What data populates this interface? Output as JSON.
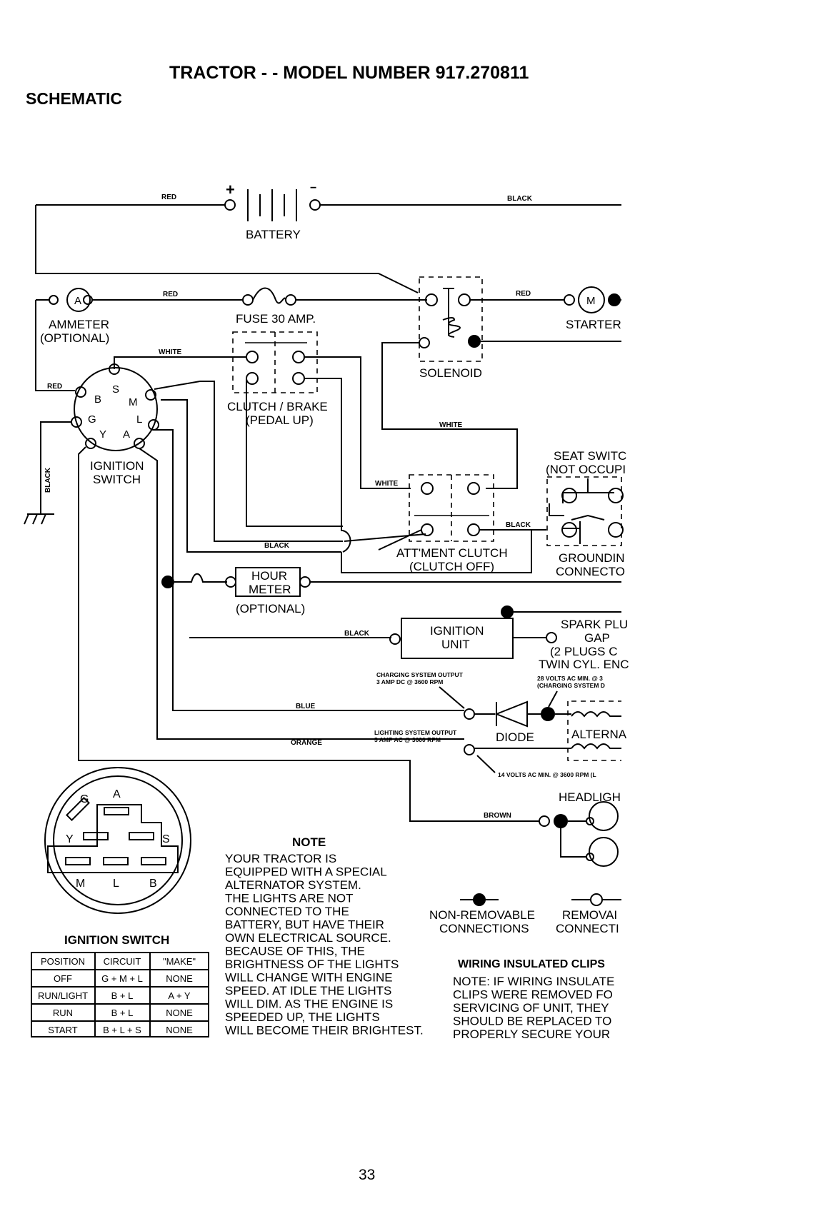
{
  "page": {
    "title": "TRACTOR - - MODEL NUMBER 917.270811",
    "section": "SCHEMATIC",
    "page_number": "33"
  },
  "components": {
    "battery": "BATTERY",
    "ammeter_letter": "A",
    "ammeter_1": "AMMETER",
    "ammeter_2": "(OPTIONAL)",
    "fuse": "FUSE 30 AMP.",
    "starter_letter": "M",
    "starter": "STARTER",
    "solenoid": "SOLENOID",
    "clutch_brake_1": "CLUTCH / BRAKE",
    "clutch_brake_2": "(PEDAL UP)",
    "ignition_switch_1": "IGNITION",
    "ignition_switch_2": "SWITCH",
    "seat_switch_1": "SEAT SWITC",
    "seat_switch_2": "(NOT OCCUPI",
    "attachment_clutch_1": "ATT'MENT CLUTCH",
    "attachment_clutch_2": "(CLUTCH OFF)",
    "grounding_1": "GROUNDIN",
    "grounding_2": "CONNECTO",
    "hour_meter_1": "HOUR",
    "hour_meter_2": "METER",
    "hour_meter_3": "(OPTIONAL)",
    "ignition_unit_1": "IGNITION",
    "ignition_unit_2": "UNIT",
    "spark_1": "SPARK PLU",
    "spark_2": "GAP",
    "spark_3": "(2 PLUGS C",
    "spark_4": "TWIN CYL. ENC",
    "diode": "DIODE",
    "alternator": "ALTERNA",
    "headlight": "HEADLIGH"
  },
  "switch_terminals": {
    "s": "S",
    "b": "B",
    "m": "M",
    "g": "G",
    "l": "L",
    "y": "Y",
    "a": "A"
  },
  "wire_labels": {
    "red": "RED",
    "black": "BLACK",
    "white": "WHITE",
    "blue": "BLUE",
    "orange": "ORANGE",
    "brown": "BROWN"
  },
  "annotations": {
    "charging_1": "CHARGING SYSTEM OUTPUT",
    "charging_2": "3 AMP DC @ 3600 RPM",
    "volts28_1": "28 VOLTS AC MIN. @ 3",
    "volts28_2": "(CHARGING SYSTEM D",
    "lighting_1": "LIGHTING SYSTEM OUTPUT",
    "lighting_2": "5 AMP AC @ 3600 RPM",
    "volts14": "14 VOLTS AC MIN. @ 3600 RPM (L"
  },
  "plug_diagram": {
    "title": "IGNITION SWITCH",
    "terminals": {
      "g": "G",
      "a": "A",
      "y": "Y",
      "s": "S",
      "m": "M",
      "l": "L",
      "b": "B"
    }
  },
  "switch_table": {
    "headers": [
      "POSITION",
      "CIRCUIT",
      "\"MAKE\""
    ],
    "rows": [
      [
        "OFF",
        "G + M + L",
        "NONE"
      ],
      [
        "RUN/LIGHT",
        "B + L",
        "A + Y"
      ],
      [
        "RUN",
        "B + L",
        "NONE"
      ],
      [
        "START",
        "B + L + S",
        "NONE"
      ]
    ]
  },
  "note": {
    "title": "NOTE",
    "lines": [
      "YOUR TRACTOR IS",
      "EQUIPPED WITH A SPECIAL",
      "ALTERNATOR SYSTEM.",
      "THE LIGHTS ARE NOT",
      "CONNECTED TO THE",
      "BATTERY, BUT HAVE THEIR",
      "OWN ELECTRICAL SOURCE.",
      "BECAUSE OF THIS, THE",
      "BRIGHTNESS OF THE LIGHTS",
      "WILL CHANGE WITH ENGINE",
      "SPEED. AT IDLE THE LIGHTS",
      "WILL DIM. AS THE ENGINE IS",
      "SPEEDED UP, THE LIGHTS",
      "WILL BECOME THEIR BRIGHTEST."
    ]
  },
  "legend": {
    "non_removable_1": "NON-REMOVABLE",
    "non_removable_2": "CONNECTIONS",
    "removable_1": "REMOVAI",
    "removable_2": "CONNECTI"
  },
  "clips": {
    "title": "WIRING INSULATED CLIPS",
    "lines": [
      "NOTE: IF WIRING INSULATE",
      "CLIPS WERE REMOVED FO",
      "SERVICING OF UNIT, THEY",
      "SHOULD BE REPLACED TO",
      "PROPERLY SECURE YOUR"
    ]
  }
}
